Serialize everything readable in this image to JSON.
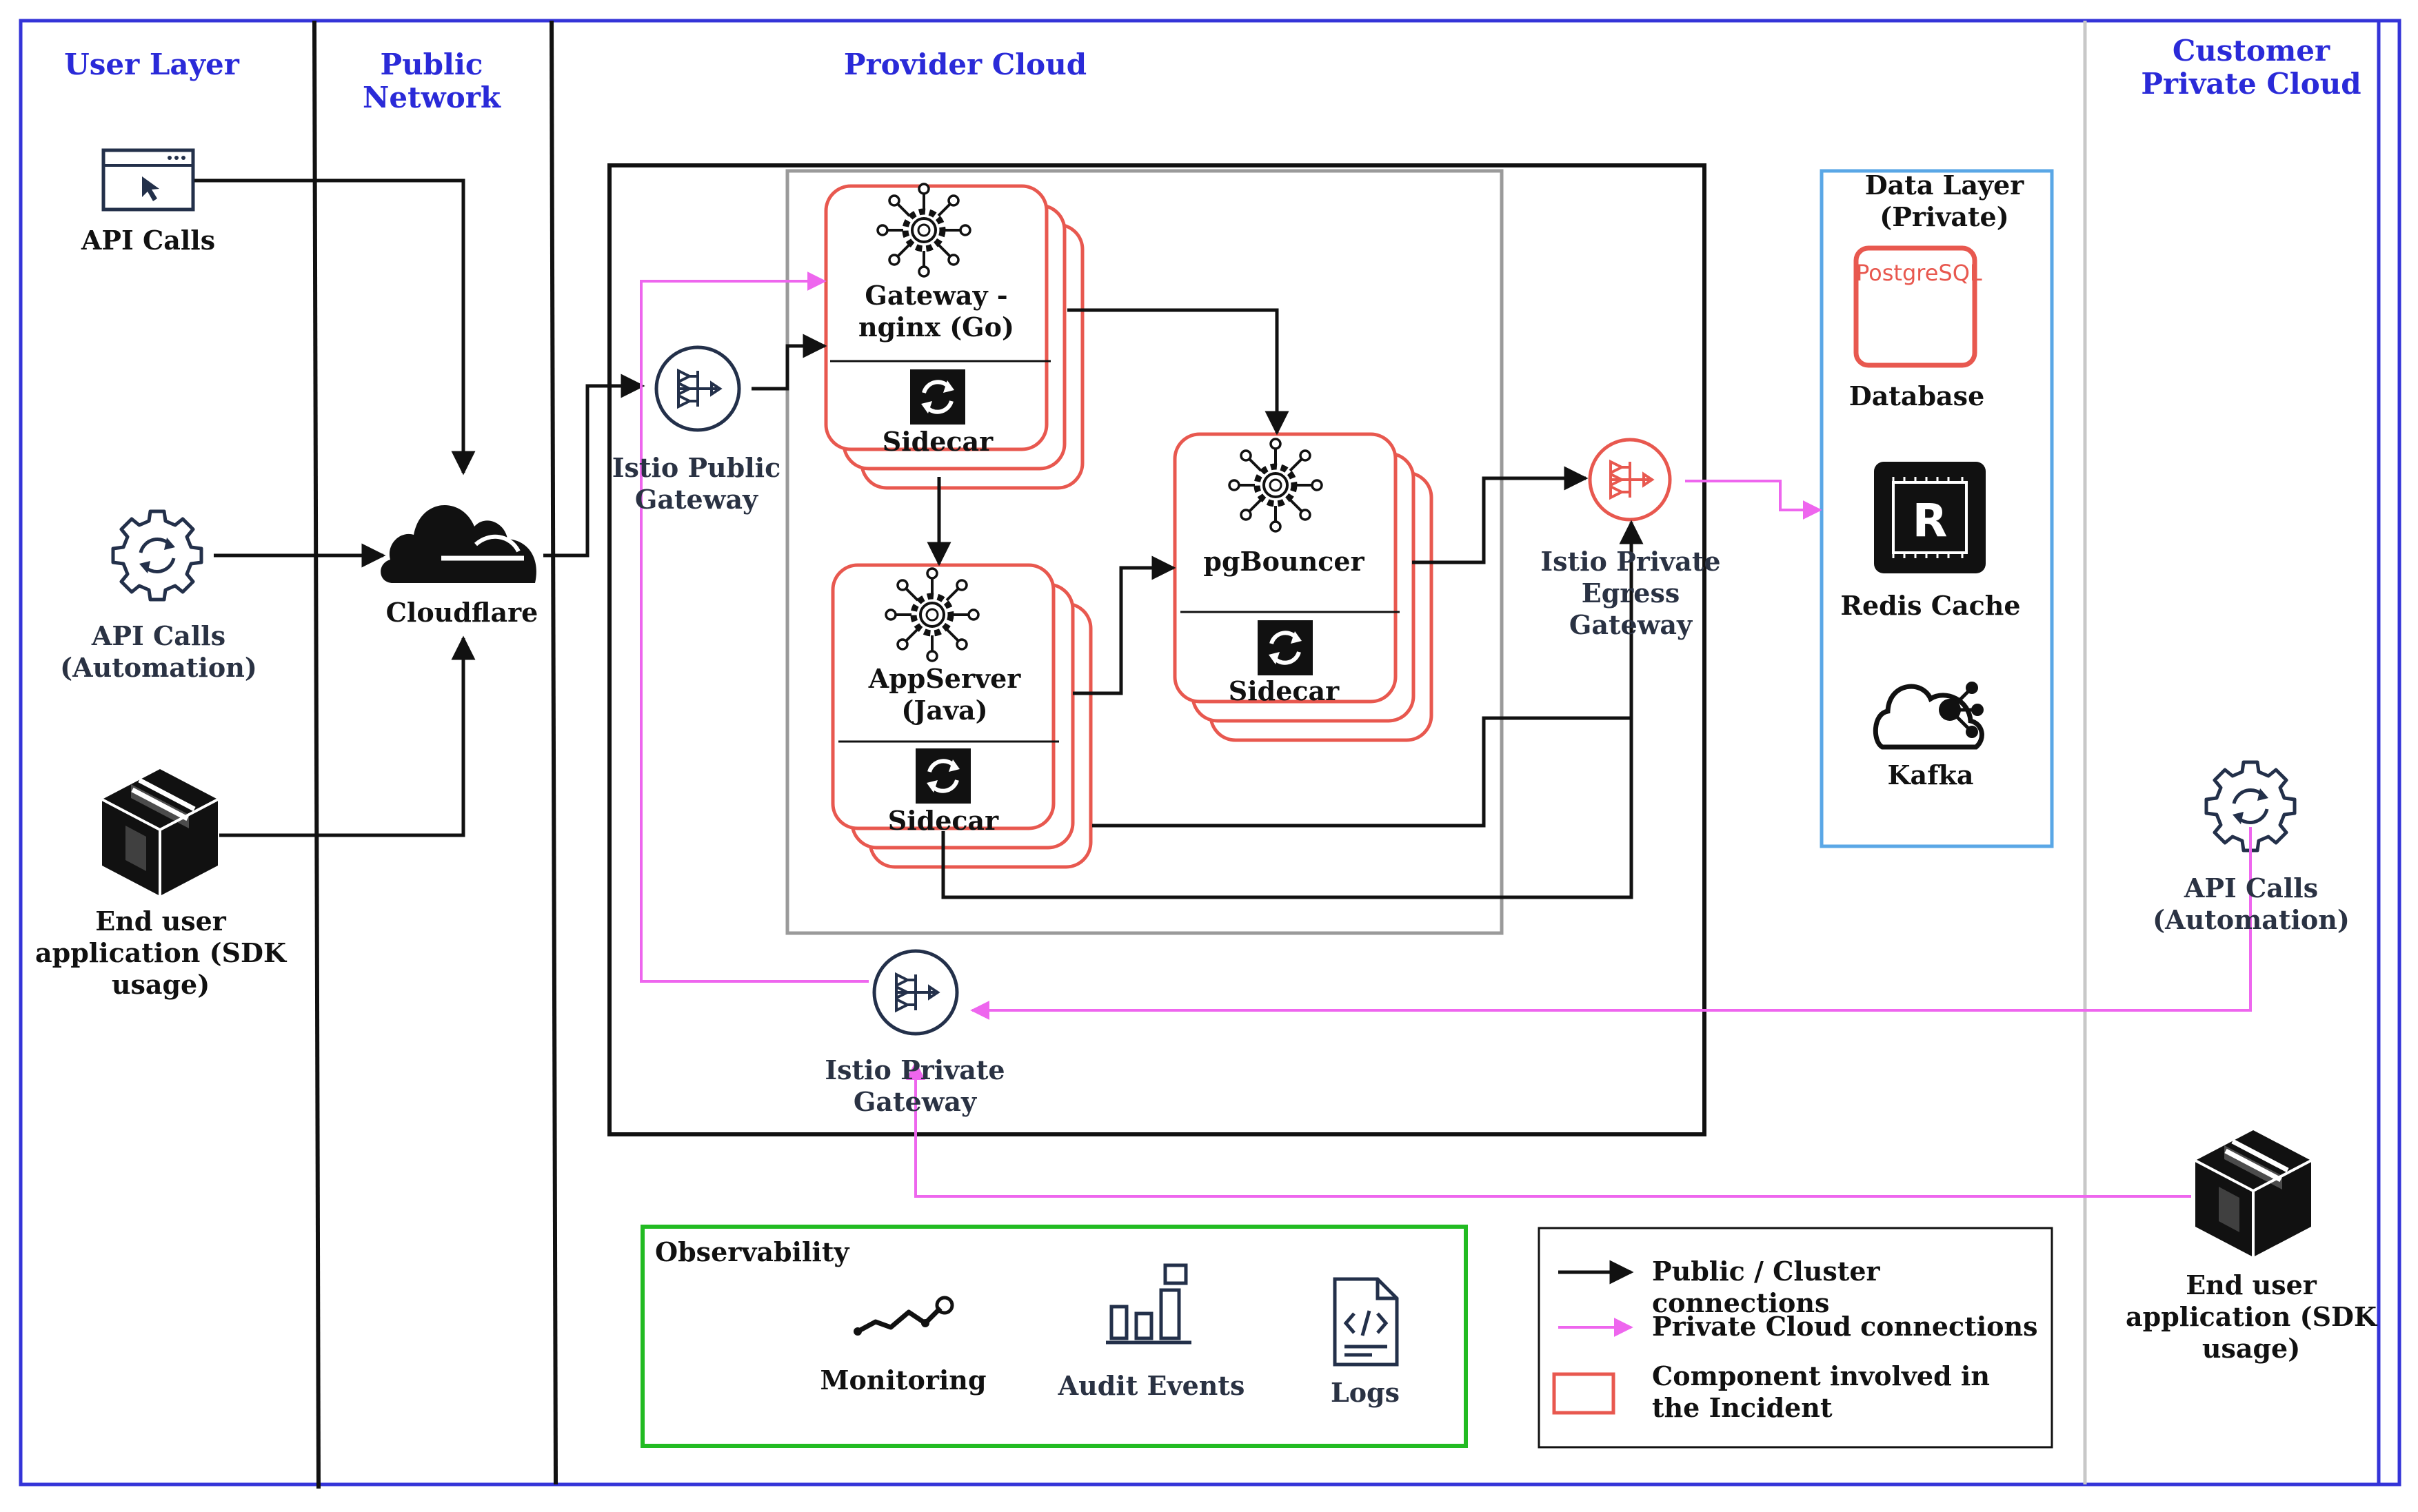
{
  "columns": {
    "user_layer": "User Layer",
    "public_network": "Public Network",
    "provider_cloud": "Provider Cloud",
    "customer_private_cloud": "Customer Private Cloud"
  },
  "user_layer": {
    "api_calls": "API Calls",
    "api_calls_automation": "API Calls (Automation)",
    "end_user_app": "End user application (SDK usage)"
  },
  "public_network": {
    "cloudflare": "Cloudflare"
  },
  "provider_cloud": {
    "istio_public_gateway": "Istio Public Gateway",
    "gateway_nginx": "Gateway - nginx (Go)",
    "appserver": "AppServer (Java)",
    "pgbouncer": "pgBouncer",
    "sidecar": "Sidecar",
    "istio_private_egress_gateway": "Istio Private Egress Gateway",
    "istio_private_gateway": "Istio Private Gateway"
  },
  "data_layer": {
    "title": "Data Layer (Private)",
    "postgres_text": "PostgreSQL",
    "database": "Database",
    "redis_cache": "Redis Cache",
    "kafka": "Kafka"
  },
  "customer_private_cloud": {
    "api_calls_automation": "API Calls (Automation)",
    "end_user_app": "End user application (SDK usage)"
  },
  "observability": {
    "title": "Observability",
    "monitoring": "Monitoring",
    "audit_events": "Audit Events",
    "logs": "Logs"
  },
  "legend": {
    "public_cluster": "Public / Cluster  connections",
    "private_cloud": "Private Cloud connections",
    "incident": "Component involved in the Incident"
  },
  "colors": {
    "header_blue": "#2a2ad8",
    "public_line": "#111111",
    "private_line": "#ee66ee",
    "incident_red": "#e8584f",
    "data_layer_blue": "#5aa7e6",
    "observability_green": "#22bb22",
    "icon_navy": "#23304a"
  },
  "icons": [
    "browser-window-icon",
    "gear-sync-icon",
    "package-box-icon",
    "cloudflare-cloud-icon",
    "istio-gateway-icon",
    "service-gear-icon",
    "sidecar-sync-icon",
    "postgresql-icon",
    "redis-chip-icon",
    "kafka-cloud-icon",
    "monitoring-icon",
    "audit-bars-icon",
    "logs-file-icon"
  ]
}
